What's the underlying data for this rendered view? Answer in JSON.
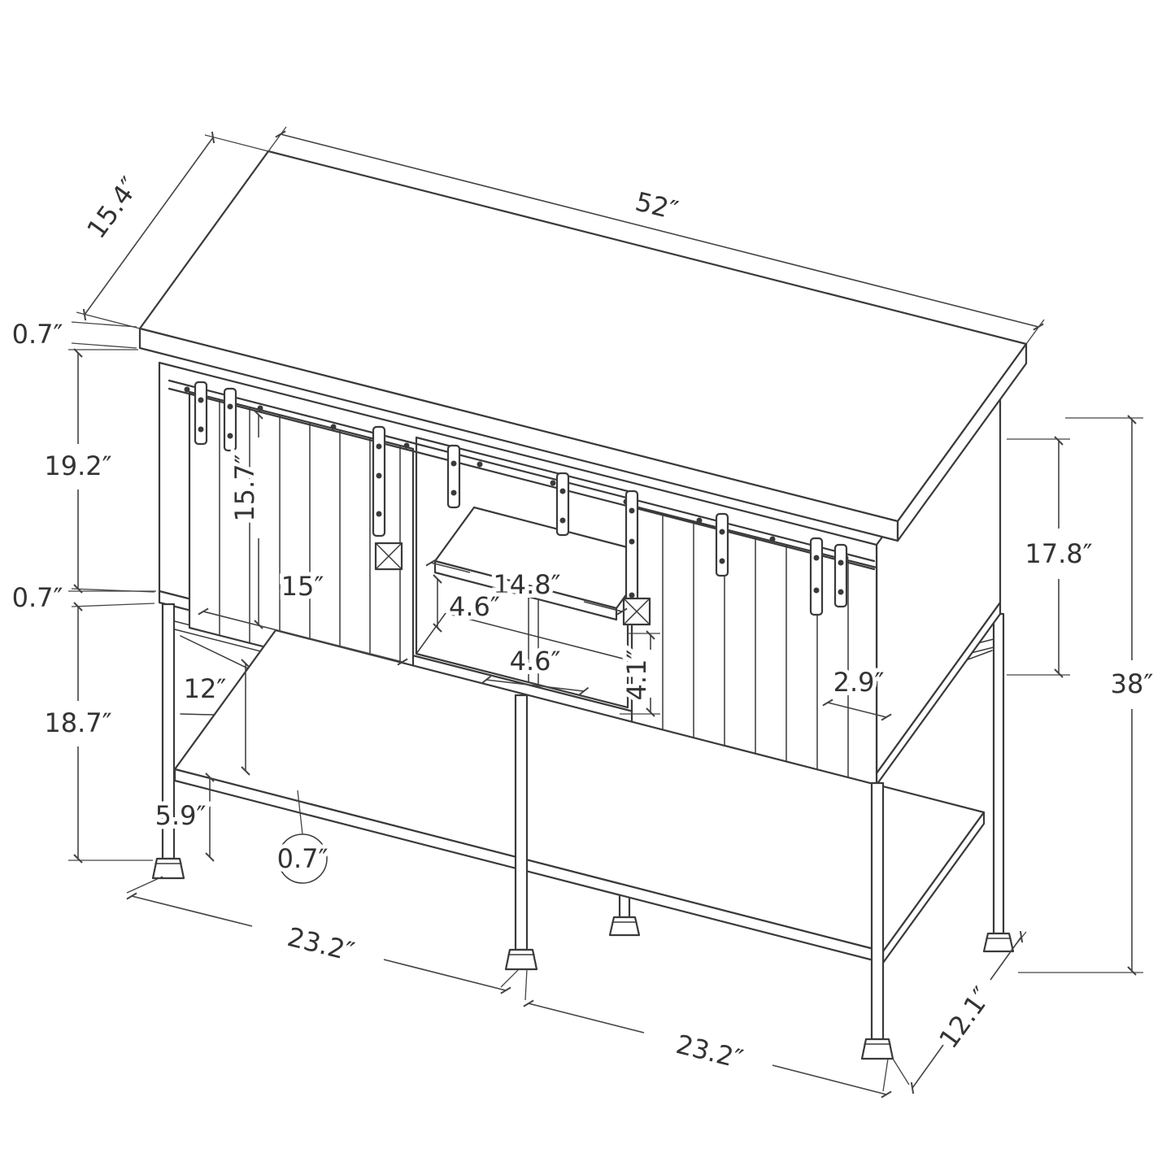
{
  "page": {
    "background": "#ffffff",
    "line_color": "#3a3a3a",
    "text_color": "#333333"
  },
  "diagram": {
    "units": "inches",
    "dims": {
      "top_depth": "15.4″",
      "top_width": "52″",
      "top_thickness": "0.7″",
      "upper_cabinet_height": "19.2″",
      "cabinet_bottom_thickness": "0.7″",
      "leg_section_height": "18.7″",
      "door_height": "15.7″",
      "door_width": "15″",
      "open_shelf_width": "14.8″",
      "cubby_height_upper": "4.6″",
      "cubby_height_lower": "4.6″",
      "cubby_clearance": "4.1″",
      "brace_height": "12″",
      "bottom_shelf_clearance": "5.9″",
      "bottom_shelf_thickness": "0.7″",
      "front_span_left": "23.2″",
      "front_span_right": "23.2″",
      "base_depth": "12.1″",
      "door_edge_offset": "2.9″",
      "right_side_height": "17.8″",
      "overall_height": "38″"
    }
  }
}
